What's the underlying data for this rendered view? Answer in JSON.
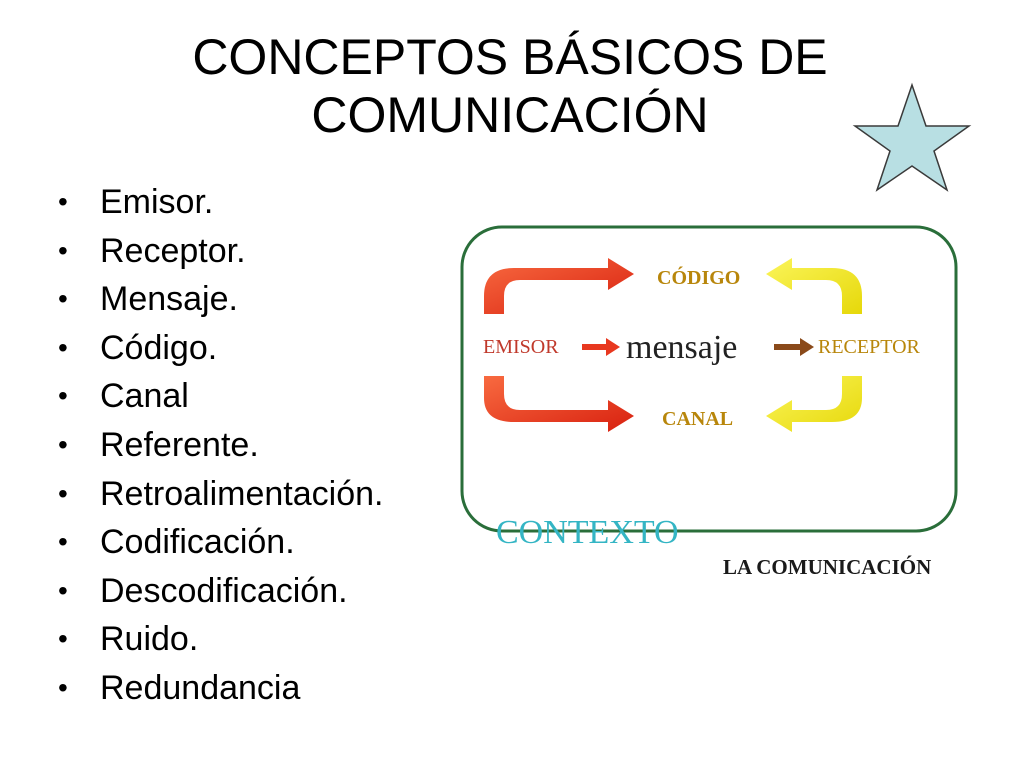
{
  "slide": {
    "title_line1": "CONCEPTOS BÁSICOS DE",
    "title_line2": "COMUNICACIÓN"
  },
  "star_icon": {
    "name": "star-icon",
    "fill": "#b8dfe3",
    "stroke": "#3a3a3a"
  },
  "bullet_glyph": "•",
  "concepts": [
    "Emisor.",
    "Receptor.",
    "Mensaje.",
    "Código.",
    "Canal",
    "Referente.",
    "Retroalimentación.",
    "Codificación.",
    "Descodificación.",
    "Ruido.",
    "Redundancia"
  ],
  "diagram": {
    "emisor": "EMISOR",
    "mensaje": "mensaje",
    "receptor": "RECEPTOR",
    "codigo": "CÓDIGO",
    "canal": "CANAL",
    "contexto": "CONTEXTO",
    "caption": "LA COMUNICACIÓN",
    "colors": {
      "frame": "#2a6e3a",
      "label_red": "#c0392b",
      "label_gold": "#b8860b",
      "mensaje": "#222222",
      "arrow_red": "#e8381f",
      "arrow_yellow": "#f2ea1a",
      "arrow_brown": "#8a4a1a",
      "contexto": "#34b5c4",
      "caption": "#1a1a1a"
    }
  }
}
